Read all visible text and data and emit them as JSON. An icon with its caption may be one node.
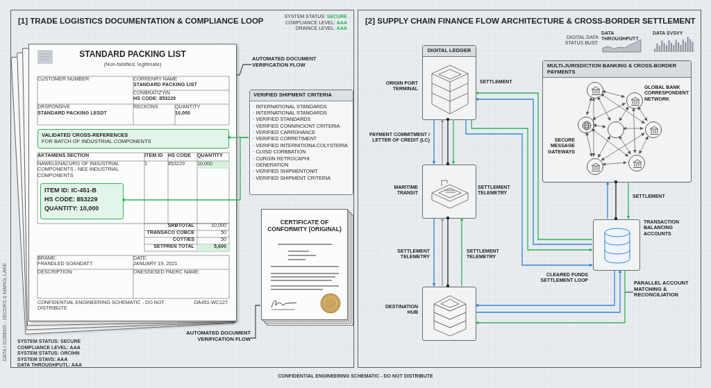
{
  "diagram": {
    "nodes": [
      {
        "text": [
          "[1] TRADE LOGISTICS DOCUMENTATION & COMPLIANCE LOOP"
        ]
      },
      {
        "text": [
          "STANDARD PACKING LIST",
          "(Non-falsified, legitimate)"
        ],
        "in": 0
      },
      {
        "text": [
          "VALIDATED CROSS-REFERENCES",
          "FOR BATCH OF INDUSTRIAL COMPONENTS"
        ],
        "in": 1
      },
      {
        "text": [
          "ITEM ID: IC-451-B",
          "HS CODE: 853229",
          "QUANTITY: 10,000"
        ],
        "in": 1
      },
      {
        "text": [
          "VERIFIED SHIPMENT CRITERIA",
          "· INTERNATIONAL STANDARDS",
          "· INTERNATIONAL STANDARDS",
          "· VERIFIED STANDARDS",
          "· VERIFIED CONNINCIONT CRITERIA",
          "· VERIFIED CARRDHANCE",
          "· VERIFIED CORRETIMENT",
          "· VERIFIED INTERNITIONA COLYSTERIA",
          "· CLIISD CORBBATION",
          "· CURGIN RETROCAPHI",
          "· GENERATION",
          "· VERIFIED SHIPMENTONIT",
          "· VERIFIED SHIPMENT CRITERIA"
        ],
        "in": 0
      },
      {
        "text": [
          "AUTOMATED DOCUMENT VERIFICATION FLOW"
        ],
        "in": 0
      },
      {
        "text": [
          "CERTIFICATE OF CONFORMITY (ORIGINAL)"
        ],
        "in": 0
      },
      {
        "text": [
          "AUTOMATED DOCUMENT VERIFICATION FLOW"
        ],
        "in": 0
      },
      {
        "text": [
          "[2] SUPPLY CHAIN FINANCE FLOW ARCHITECTURE & CROSS-BORDER SETTLEMENT"
        ]
      },
      {
        "text": [
          "DIGITAL LEDGER"
        ],
        "beside": [
          "ORIGIN PORT TERMINAL"
        ],
        "in": 8
      },
      {
        "text": [],
        "shape": "box",
        "beside": [
          "MARITIME TRANSIT",
          "SETTLEMENT TELEMETRY"
        ],
        "in": 8
      },
      {
        "text": [],
        "shape": "box",
        "beside": [
          "DESTINATION HUB"
        ],
        "in": 8
      },
      {
        "text": [
          "MULTI-JURISDICTION BANKING & CROSS-BORDER PAYMENTS"
        ],
        "in": 8
      },
      {
        "text": [],
        "shape": "circle",
        "in": 12
      },
      {
        "text": [],
        "shape": "circle",
        "beside": [
          "GLOBAL BANK CORRESPONDENT NETWORK"
        ],
        "in": 12
      },
      {
        "text": [],
        "shape": "circle",
        "beside": [
          "SECURE MESSAGE GATEWAYS"
        ],
        "in": 12
      },
      {
        "text": [],
        "shape": "circle",
        "in": 12
      },
      {
        "text": [],
        "shape": "circle",
        "in": 12
      },
      {
        "text": [],
        "shape": "circle",
        "in": 12
      },
      {
        "text": [],
        "shape": "circle",
        "in": 12
      },
      {
        "text": [],
        "shape": "box",
        "beside": [
          "TRANSACTION BALANCING ACCOUNTS"
        ],
        "in": 8
      },
      {
        "text": [
          "PARALLEL ACCOUNT MATCHING & RECONCILIATION"
        ],
        "in": 8
      }
    ],
    "edges": [
      {
        "from": 4,
        "to": 2,
        "arrow": "to",
        "color": "#2fb35a"
      },
      {
        "from": 4,
        "to": 3,
        "arrow": "to",
        "color": "#2fb35a"
      },
      {
        "from": 5,
        "to": 1,
        "arrow": "none"
      },
      {
        "from": 7,
        "to": 6,
        "arrow": "none"
      },
      {
        "from": 9,
        "to": 10,
        "arrow": "to",
        "label": "PAYMENT COMMITMENT / LETTER OF CREDIT (LC)",
        "color": "#2f86d8"
      },
      {
        "from": 10,
        "to": 9,
        "arrow": "to",
        "color": "#8a9096"
      },
      {
        "from": 9,
        "to": 10,
        "arrow": "other",
        "color": "#222222"
      },
      {
        "from": 9,
        "to": 10,
        "arrow": "to",
        "color": "#2fb35a"
      },
      {
        "from": 10,
        "to": 11,
        "arrow": "to",
        "label": "SETTLEMENT TELEMETRY",
        "color": "#2f86d8"
      },
      {
        "from": 11,
        "to": 10,
        "arrow": "to",
        "color": "#8a9096"
      },
      {
        "from": 10,
        "to": 11,
        "arrow": "other",
        "color": "#222222"
      },
      {
        "from": 11,
        "to": 10,
        "arrow": "to",
        "label": "SETTLEMENT TELEMETRY",
        "color": "#2fb35a"
      },
      {
        "from": 20,
        "to": 9,
        "arrow": "to",
        "label": "SETTLEMENT",
        "color": "#2fb35a"
      },
      {
        "from": 20,
        "to": 9,
        "arrow": "to",
        "color": "#2f86d8"
      },
      {
        "from": 9,
        "to": 20,
        "arrow": "to",
        "color": "#2fb35a"
      },
      {
        "from": 9,
        "to": 20,
        "arrow": "to",
        "label": "CLEARED FUNDS SETTLEMENT LOOP",
        "color": "#2f86d8"
      },
      {
        "from": 20,
        "to": 11,
        "arrow": "to",
        "color": "#2f86d8"
      },
      {
        "from": 11,
        "to": 20,
        "arrow": "to",
        "color": "#2f86d8"
      },
      {
        "from": 20,
        "to": 11,
        "arrow": "to",
        "color": "#2fb35a"
      },
      {
        "from": 12,
        "to": 20,
        "arrow": "to",
        "label": "SETTLEMENT",
        "color": "#2fb35a"
      },
      {
        "from": 20,
        "to": 12,
        "arrow": "to",
        "color": "#2f86d8"
      },
      {
        "from": 12,
        "to": 20,
        "arrow": "other",
        "color": "#222222"
      },
      {
        "from": 21,
        "to": null,
        "arrow": "none"
      },
      {
        "from": 13,
        "to": 14,
        "arrow": "both"
      },
      {
        "from": 13,
        "to": 15,
        "arrow": "both"
      },
      {
        "from": 13,
        "to": 16,
        "arrow": "both"
      },
      {
        "from": 13,
        "to": 18,
        "arrow": "both"
      },
      {
        "from": 13,
        "to": 17,
        "arrow": "both"
      },
      {
        "from": 14,
        "to": 15,
        "arrow": "both"
      },
      {
        "from": 14,
        "to": 16,
        "arrow": "both"
      },
      {
        "from": 14,
        "to": 17,
        "arrow": "both"
      },
      {
        "from": 14,
        "to": 19,
        "arrow": "both"
      },
      {
        "from": 15,
        "to": 16,
        "arrow": "both"
      },
      {
        "from": 15,
        "to": 18,
        "arrow": "both"
      },
      {
        "from": 15,
        "to": 19,
        "arrow": "both"
      },
      {
        "from": 16,
        "to": 17,
        "arrow": "both"
      },
      {
        "from": 16,
        "to": 18,
        "arrow": "both"
      },
      {
        "from": 16,
        "to": 19,
        "arrow": "both"
      },
      {
        "from": 17,
        "to": 18,
        "arrow": "both"
      },
      {
        "from": 17,
        "to": 19,
        "arrow": "both"
      },
      {
        "from": 18,
        "to": 19,
        "arrow": "both"
      }
    ],
    "labels": [
      "SYSTEM STATUS: SECURE",
      "COMPLIANCE LEVEL: AAA",
      "DRAINCE LEVEL: AAA",
      "DIGITAL DATA STATUS BUST:",
      "DATA THROUGHPUTT",
      "DATA SVSVY",
      "CUSTOMER NUMBER",
      "CORRENRY NAME",
      "STANDARD PACKING LIST",
      "CONBRATIZYIN",
      "HS CODE: 853229",
      "DRSPONSIVE",
      "STANDARD PACKING LESDT",
      "RECKONS",
      "QUANTITY",
      "10,000",
      "AKTAMENS SECTION",
      "ITEM ID",
      "HS CODE",
      "QUANTITY",
      "NAWELENACURG OF INDUSTRIAL COMPONENTS - NEE INDUSTRIAL COMPONENTS",
      "1",
      "853229",
      "10,000",
      "SRBTOTAL",
      "10,000",
      "TRANSACO COBCE",
      "50",
      "COTTIES",
      "50",
      "SETFREN TOTAL",
      "5,600",
      "BRAME:",
      "FRANDLED SOANDATT",
      "DATE:",
      "JANUARY 19, 2021",
      "DESCRIPTION:",
      "ONESSESED PAERC NAME:",
      "CONFIDENTIAL ENGINEERING SCHEMATIC - DO NOT DISTRIBUTE",
      "DA451-WC127",
      "SYSTEM STATUS: SECURE",
      "COMPLIANCE LEVEL: AAA",
      "SYSTEM STATUS: ORCIHN",
      "SYSTEM STAVS: AAA",
      "DATA THROUGHPUTL: AAA",
      "DATA I SOBBDS - SECDRS & MAROL LARE",
      "CONFIDENTIAL ENGINEERING SCHEMATIC - DO NOT DISTRIBUTE"
    ]
  }
}
